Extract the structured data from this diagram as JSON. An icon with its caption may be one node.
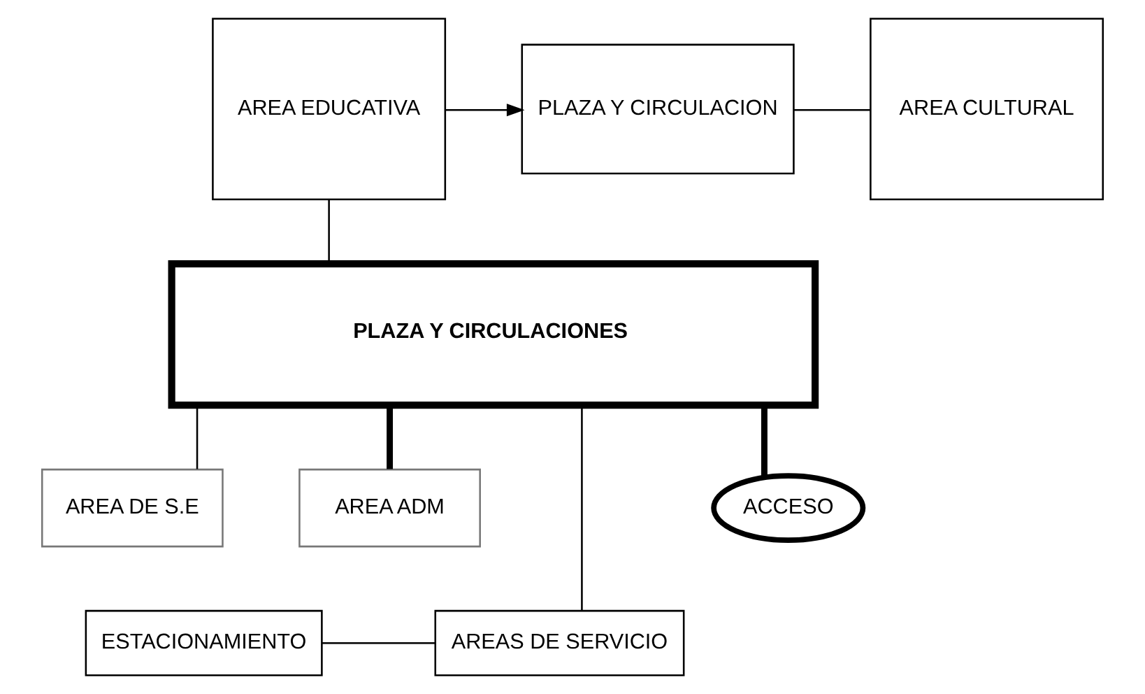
{
  "diagram": {
    "nodes": [
      {
        "text": [
          "AREA EDUCATIVA"
        ]
      },
      {
        "text": [
          "PLAZA Y CIRCULACION"
        ]
      },
      {
        "text": [
          "AREA CULTURAL"
        ]
      },
      {
        "text": [
          "PLAZA Y CIRCULACIONES"
        ]
      },
      {
        "text": [
          "AREA DE S.E"
        ]
      },
      {
        "text": [
          "AREA ADM"
        ]
      },
      {
        "text": [
          "ESTACIONAMIENTO"
        ]
      },
      {
        "text": [
          "AREAS DE SERVICIO"
        ]
      },
      {
        "text": [
          "ACCESO"
        ]
      }
    ],
    "edges": [
      {
        "from": 0,
        "to": 1,
        "arrow": "to"
      },
      {
        "from": 1,
        "to": 2,
        "arrow": "none"
      },
      {
        "from": 0,
        "to": 3,
        "arrow": "none"
      },
      {
        "from": 3,
        "to": 7,
        "arrow": "none"
      },
      {
        "from": 3,
        "to": 4,
        "arrow": "none"
      },
      {
        "from": 3,
        "to": 5,
        "arrow": "none",
        "style": "thick"
      },
      {
        "from": 3,
        "to": 8,
        "arrow": "none",
        "style": "thick"
      },
      {
        "from": 6,
        "to": 7,
        "arrow": "none"
      }
    ]
  }
}
